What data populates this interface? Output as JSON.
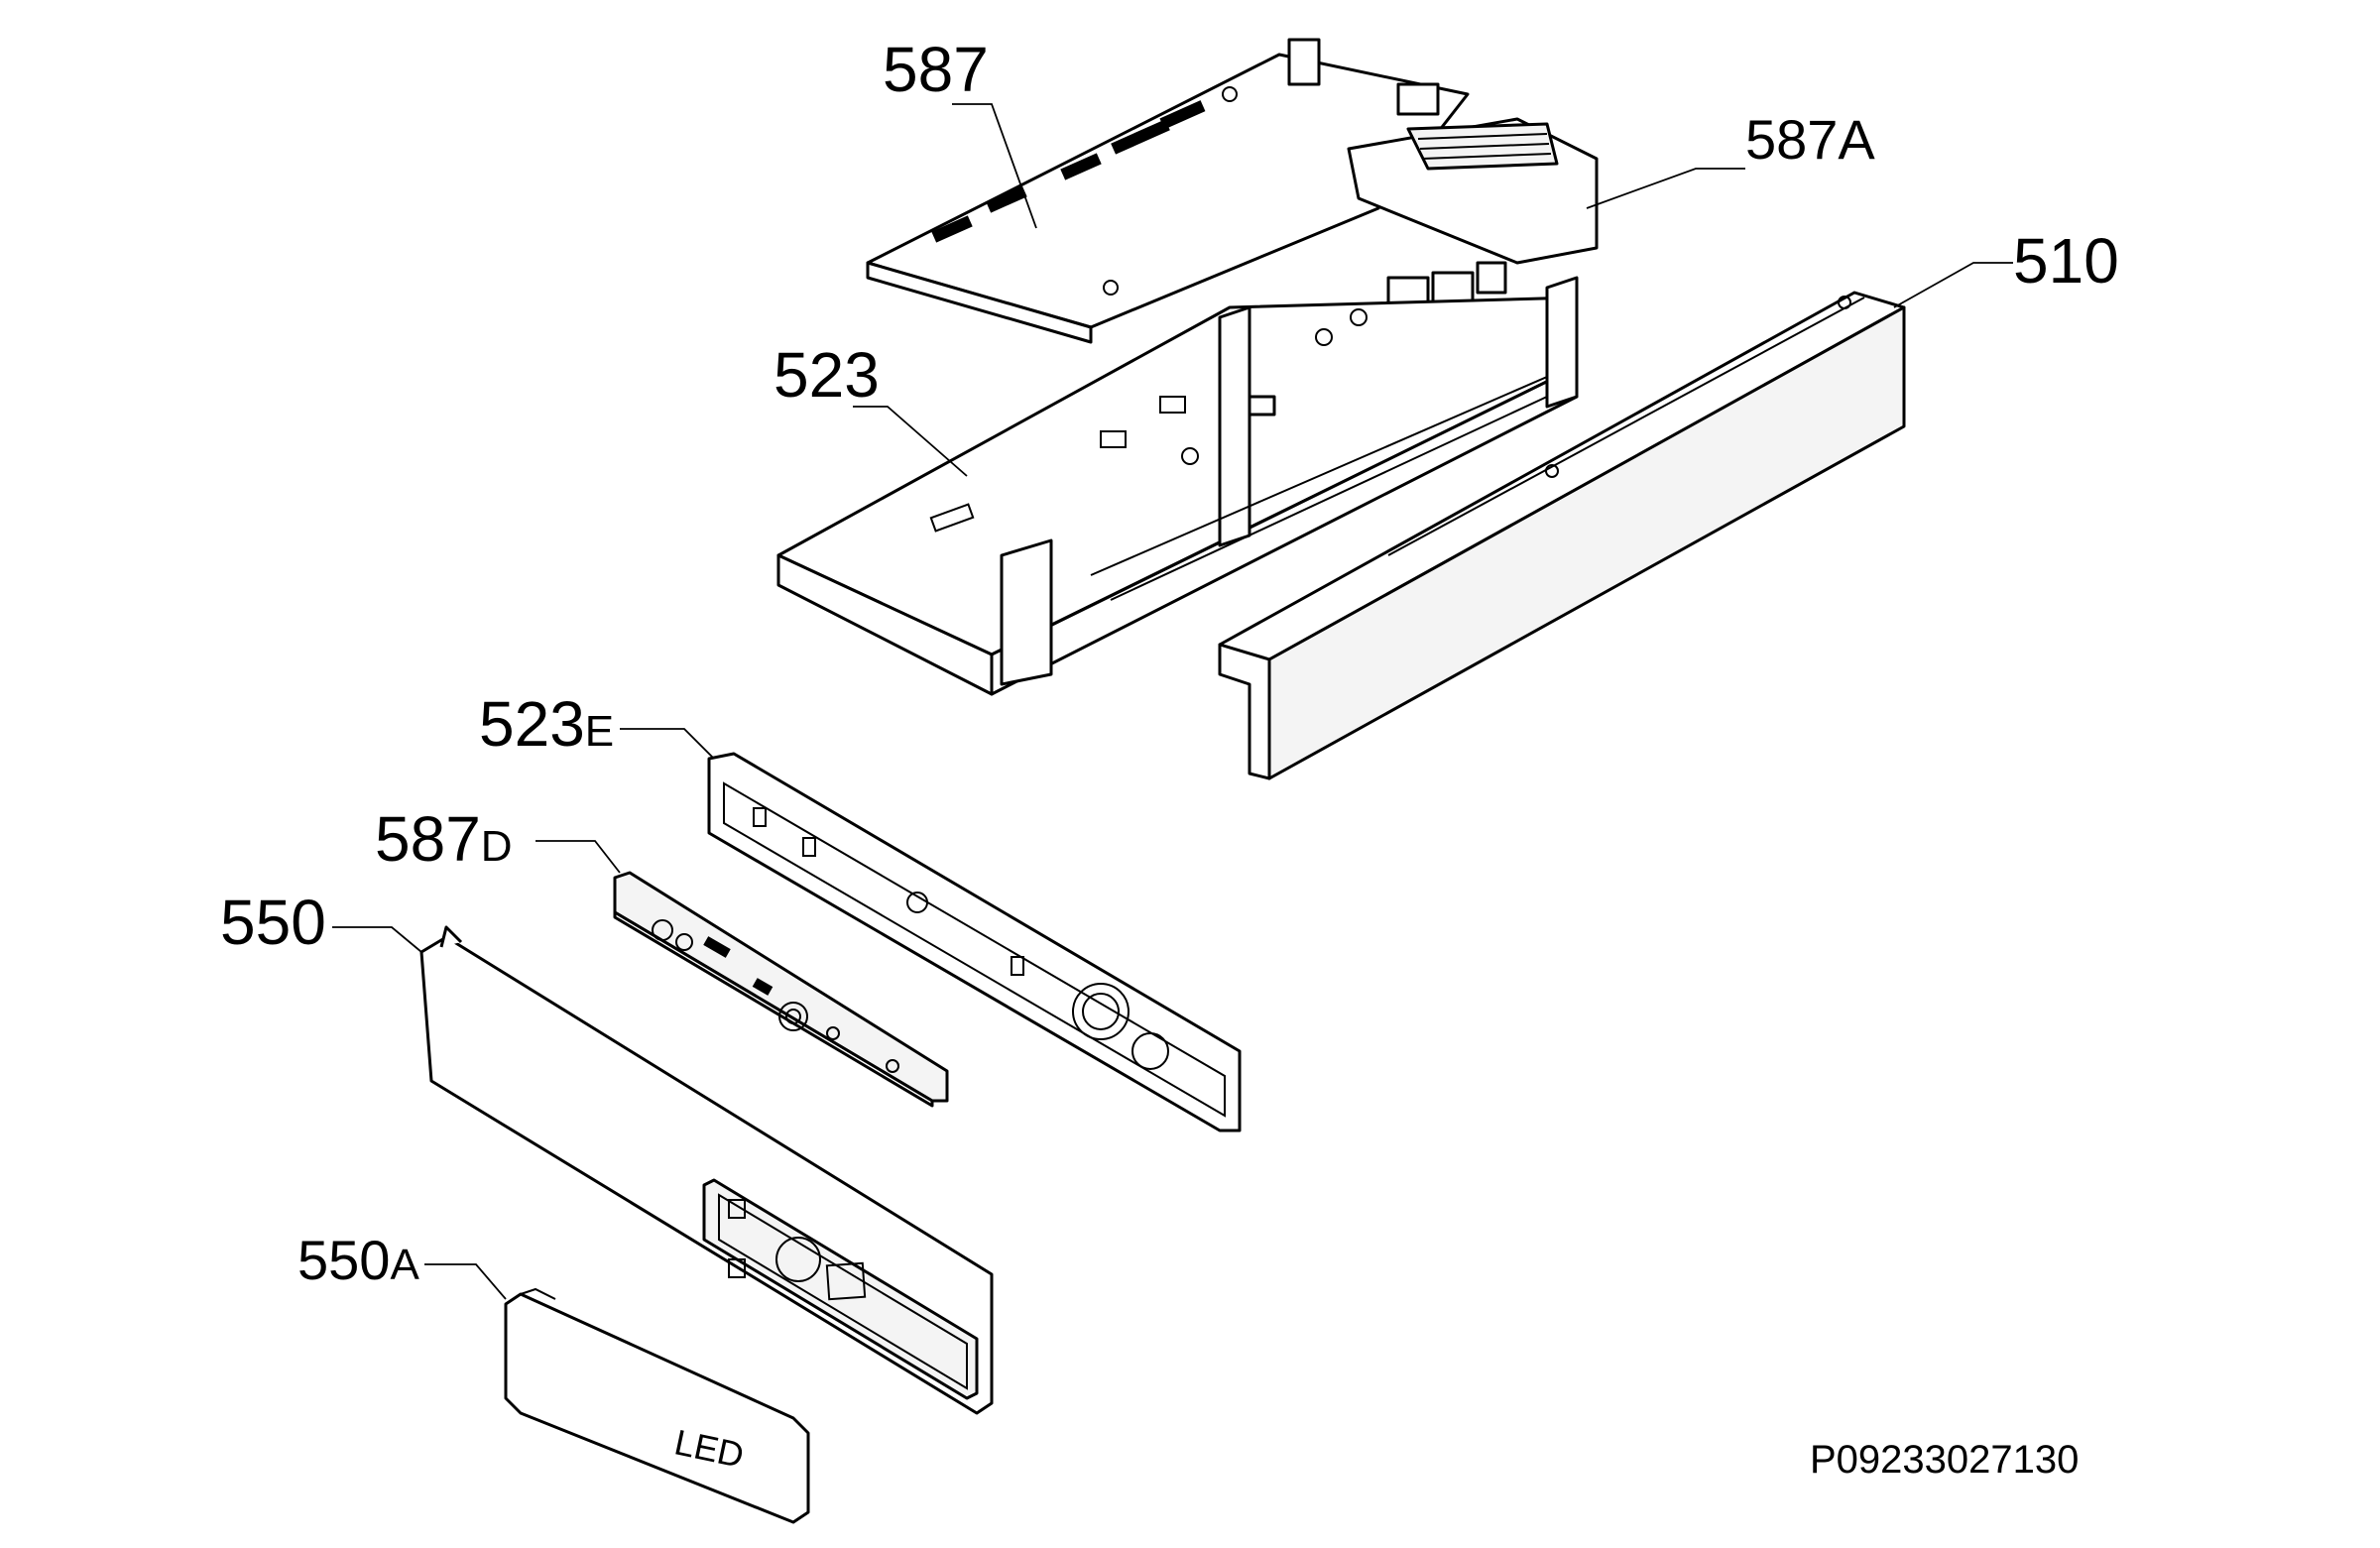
{
  "labels": {
    "p587": "587",
    "p587a": "587A",
    "p510": "510",
    "p523": "523",
    "p523e_num": "523",
    "p523e_suf": "E",
    "p587d_num": "587",
    "p587d_suf": "D",
    "p550": "550",
    "p550a_num": "550",
    "p550a_suf": "A"
  },
  "led_text": "LED",
  "drawing_code": "P09233027130"
}
